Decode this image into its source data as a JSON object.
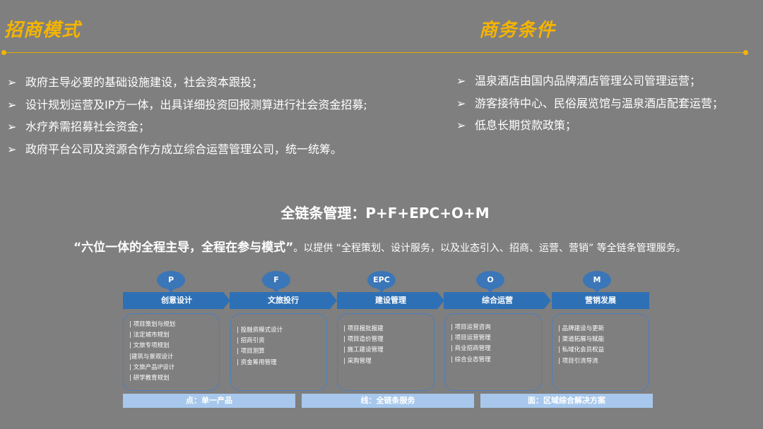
{
  "headings": {
    "left": "招商模式",
    "right": "商务条件"
  },
  "bullet_symbol": "➢",
  "left_bullets": [
    "政府主导必要的基础设施建设，社会资本跟投；",
    "设计规划运营及IP方一体，出具详细投资回报测算进行社会资金招募;",
    "水疗养需招募社会资金；",
    "政府平台公司及资源合作方成立综合运营管理公司，统一统筹。"
  ],
  "right_bullets": [
    "温泉酒店由国内品牌酒店管理公司管理运营；",
    "游客接待中心、民俗展览馆与温泉酒店配套运营；",
    "低息长期贷款政策；"
  ],
  "center_title": "全链条管理：P+F+EPC+O+M",
  "description": {
    "lead": "“六位一体的全程主导，全程在参与模式”",
    "rest": "。以提供 “全程策划、设计服务，以及业态引入、招商、运营、营销” 等全链条管理服务。"
  },
  "stages": [
    {
      "letter": "P",
      "label": "创意设计",
      "items": [
        "| 项目策划与规划",
        "| 法定城市规划",
        "| 文旅专项规划",
        "|建筑与景观设计",
        "| 文旅产品IP设计",
        "| 研学教育规划"
      ]
    },
    {
      "letter": "F",
      "label": "文旅投行",
      "items": [
        "| 投融资模式设计",
        "| 招商引资",
        "| 项目测算",
        "| 资金筹用管理"
      ]
    },
    {
      "letter": "EPC",
      "label": "建设管理",
      "items": [
        "| 项目报批报建",
        "| 项目造价管理",
        "| 施工建设管理",
        "| 采购管理"
      ]
    },
    {
      "letter": "O",
      "label": "综合运营",
      "items": [
        "| 项目运营咨询",
        "| 项目运营管理",
        "| 商业招商管理",
        "| 综合业态管理"
      ]
    },
    {
      "letter": "M",
      "label": "营销发展",
      "items": [
        "| 品牌建设与更新",
        "| 渠道拓展与赋能",
        "| 私域化会员权益",
        "| 项目引流导流"
      ]
    }
  ],
  "bands": [
    "点：单一产品",
    "线：全链条服务",
    "面：区域综合解决方案"
  ],
  "colors": {
    "background": "#7f7f7f",
    "accent": "#f5b400",
    "stage_blue": "#2e70b5",
    "band_blue": "#a7c8ec"
  }
}
